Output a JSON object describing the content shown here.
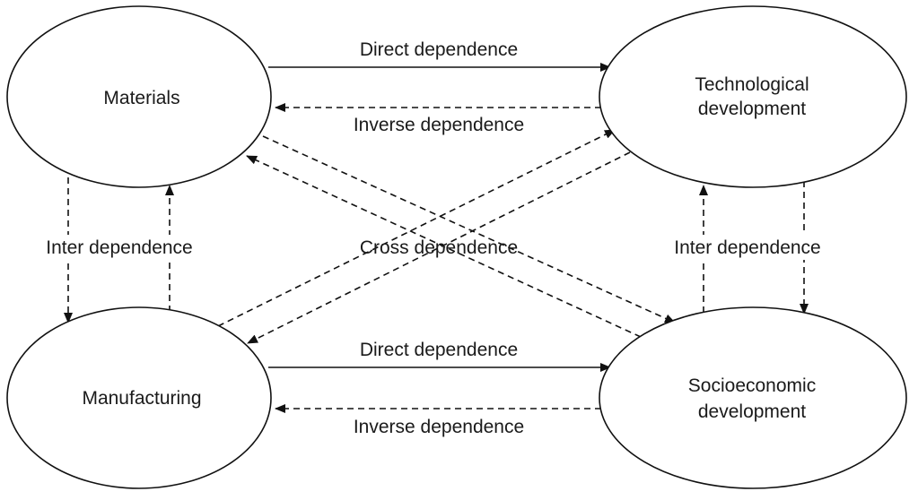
{
  "nodes": {
    "materials": {
      "label": "Materials"
    },
    "technological": {
      "line1": "Technological",
      "line2": "development"
    },
    "manufacturing": {
      "label": "Manufacturing"
    },
    "socioeconomic": {
      "line1": "Socioeconomic",
      "line2": "development"
    }
  },
  "edges": {
    "direct_top": "Direct dependence",
    "inverse_top": "Inverse dependence",
    "direct_bottom": "Direct dependence",
    "inverse_bottom": "Inverse dependence",
    "inter_left": "Inter dependence",
    "inter_right": "Inter dependence",
    "cross": "Cross dependence"
  }
}
